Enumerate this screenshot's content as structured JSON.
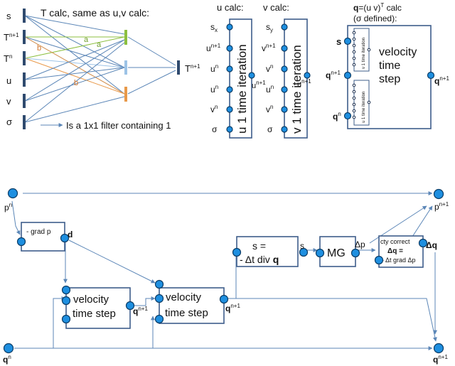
{
  "filter_section": {
    "header": "T calc, same as u,v calc:",
    "inputs": [
      {
        "base": "s",
        "sup": ""
      },
      {
        "base": "T",
        "sup": "n+1"
      },
      {
        "base": "T",
        "sup": "n"
      },
      {
        "base": "u",
        "sup": ""
      },
      {
        "base": "v",
        "sup": ""
      },
      {
        "base": "σ",
        "sup": ""
      }
    ],
    "edge_labels": [
      "a",
      "a",
      "b",
      "b"
    ],
    "output": {
      "base": "T",
      "sup": "n+1"
    },
    "legend": "Is a 1x1 filter containing 1",
    "colors": {
      "green": "#8cbf3f",
      "light_blue": "#9dc3e6",
      "orange": "#e8994a",
      "bar": "#2f4a6e"
    }
  },
  "u_calc": {
    "header": "u calc:",
    "box_label": "u 1 time iteration",
    "inputs": [
      {
        "base": "s",
        "sub": "x",
        "sup": ""
      },
      {
        "base": "u",
        "sub": "",
        "sup": "n+1"
      },
      {
        "base": "u",
        "sub": "",
        "sup": "n"
      },
      {
        "base": "u",
        "sub": "",
        "sup": "n"
      },
      {
        "base": "v",
        "sub": "",
        "sup": "n"
      },
      {
        "base": "σ",
        "sub": "",
        "sup": ""
      }
    ],
    "output": {
      "base": "u",
      "sup": "n+1"
    }
  },
  "v_calc": {
    "header": "v calc:",
    "box_label": "v 1 time iteration",
    "inputs": [
      {
        "base": "s",
        "sub": "y",
        "sup": ""
      },
      {
        "base": "v",
        "sub": "",
        "sup": "n+1"
      },
      {
        "base": "v",
        "sub": "",
        "sup": "n"
      },
      {
        "base": "u",
        "sub": "",
        "sup": "n"
      },
      {
        "base": "v",
        "sub": "",
        "sup": "n"
      },
      {
        "base": "σ",
        "sub": "",
        "sup": ""
      }
    ],
    "output": {
      "base": "u",
      "sup": "n+1"
    }
  },
  "q_calc": {
    "header_line1_bold": "q",
    "header_line1_rest": "=(u v)",
    "header_sup": "T",
    "header_line1_end": " calc",
    "header_line2": "(σ defined):",
    "box_label_lines": [
      "velocity",
      "time",
      "step"
    ],
    "inner_label": "v 1 time iteration",
    "inner_label_2": "u 1 time iteration",
    "inputs": [
      {
        "base": "s",
        "sup": ""
      },
      {
        "base": "q",
        "sup": "n+1"
      },
      {
        "base": "q",
        "sup": "n"
      }
    ],
    "output": {
      "base": "q",
      "sup": "n+1"
    }
  },
  "pipeline": {
    "p_in": {
      "base": "p",
      "sup": "n"
    },
    "p_out": {
      "base": "p",
      "sup": "n+1"
    },
    "q_in": {
      "base": "q",
      "sup": "n"
    },
    "q_out": {
      "base": "q",
      "sup": "n+1"
    },
    "grad_box": {
      "label": "- grad p",
      "output": "d"
    },
    "vel1": {
      "lines": [
        "velocity",
        "time step"
      ],
      "output": {
        "base": "q",
        "sup": "n+1"
      }
    },
    "vel2": {
      "lines": [
        "velocity",
        "time step"
      ],
      "output": {
        "base": "q",
        "sup": "n+1"
      }
    },
    "div_box": {
      "line1": "s =",
      "line2_prefix": "- Δt div ",
      "line2_bold": "q",
      "output": "s"
    },
    "mg_box": {
      "label": "MG",
      "output": "Δp"
    },
    "cty_box": {
      "line1": "cty correct",
      "line2": "Δq =",
      "line3": "- Δt grad Δp",
      "output": "Δq"
    }
  }
}
